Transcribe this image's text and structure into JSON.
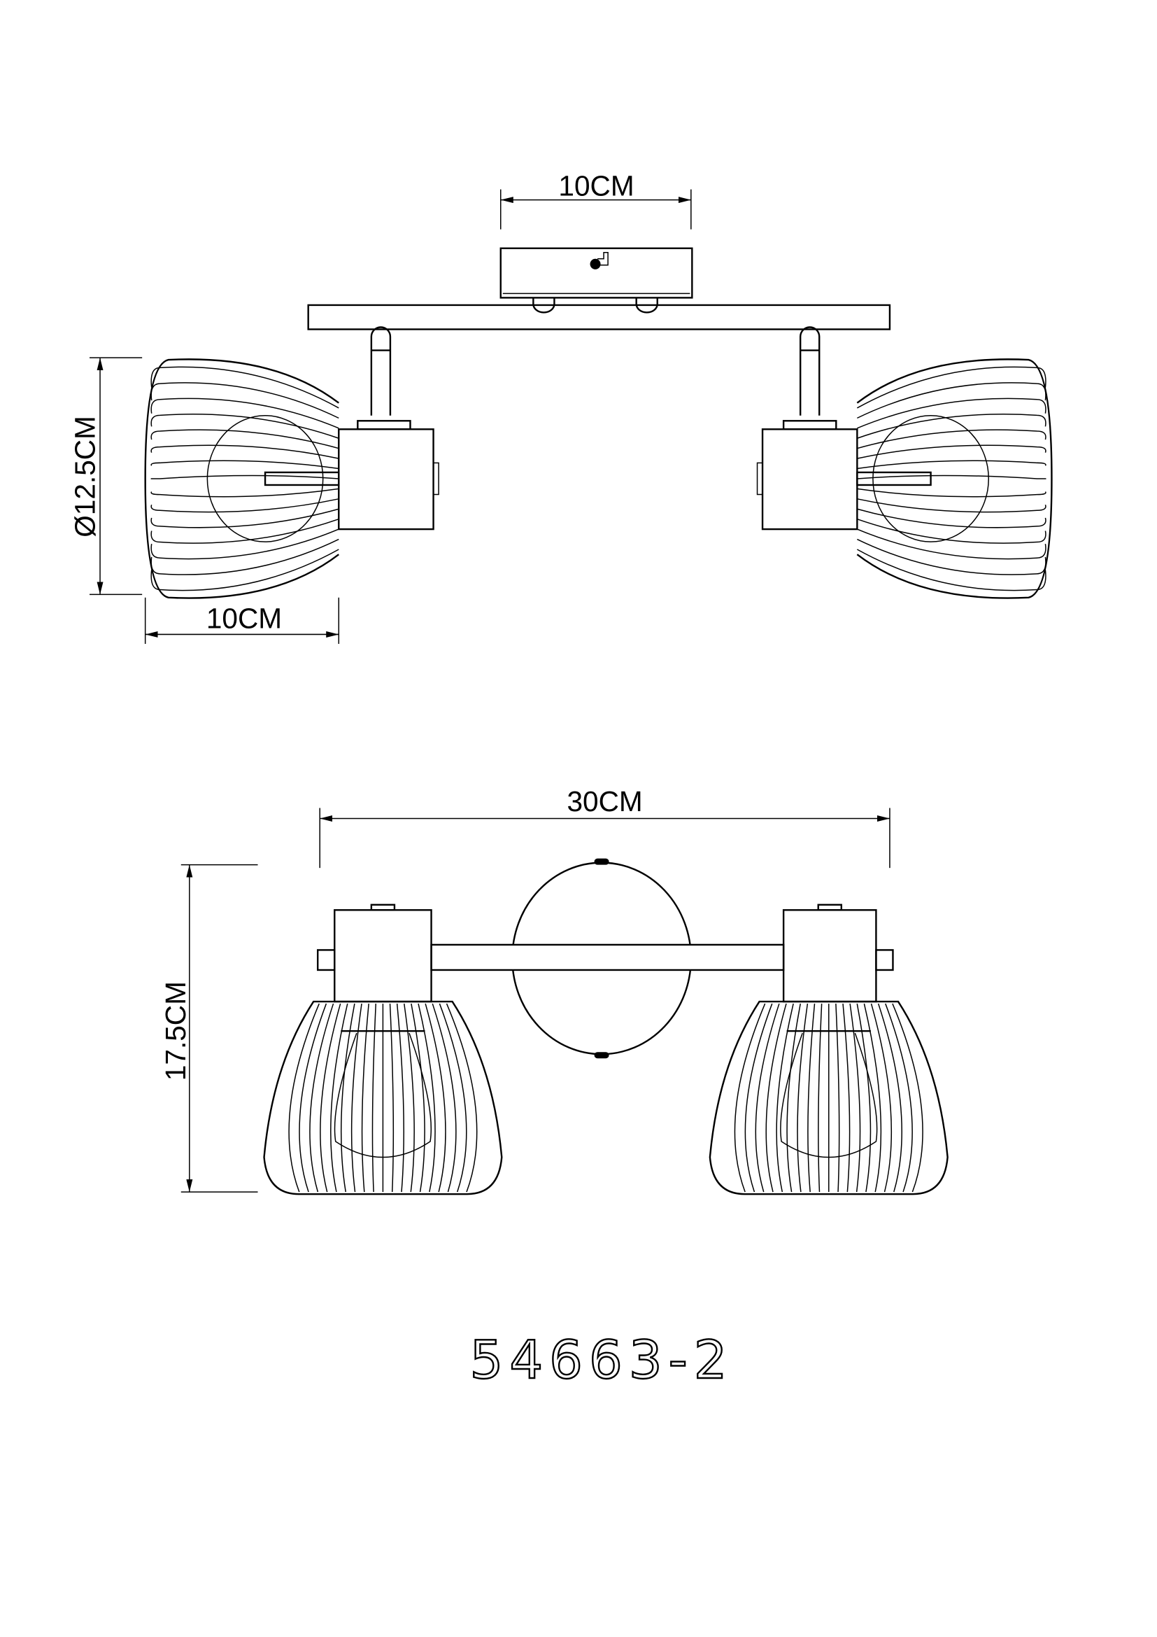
{
  "top_view": {
    "canopy_width_label": "10CM",
    "shade_diameter_label": "Ø12.5CM",
    "shade_depth_label": "10CM"
  },
  "front_view": {
    "overall_width_label": "30CM",
    "overall_height_label": "17.5CM"
  },
  "model_number": "54663-2"
}
